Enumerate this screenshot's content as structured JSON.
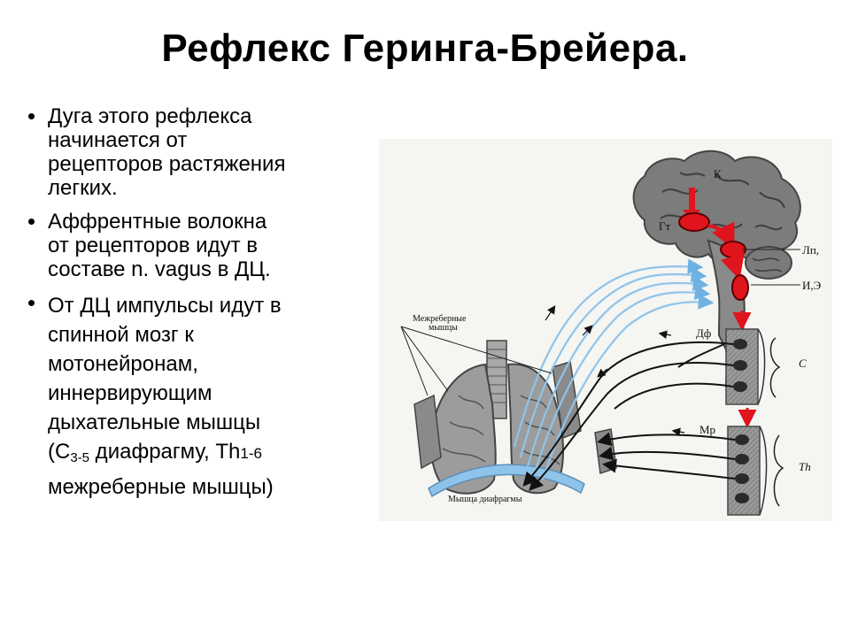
{
  "title": "Рефлекс Геринга-Брейера.",
  "bullets": [
    {
      "lines": [
        "Дуга этого рефлекса",
        "начинается от",
        "рецепторов растяжения",
        "легких."
      ]
    },
    {
      "lines": [
        "Аффрентные волокна",
        "от рецепторов идут в",
        "составе n. vagus  в ДЦ."
      ]
    },
    {
      "lines": [
        "От ДЦ импульсы идут в",
        "спинной мозг к",
        "мотонейронам,",
        "иннервирующим",
        "дыхательные мышцы"
      ],
      "formula": {
        "open": "(С",
        "c_sub": "3-5",
        "middle": " диафрагму, Th",
        "th_sup": "1-6"
      },
      "last_line": "межреберные мышцы)"
    }
  ],
  "figure": {
    "labels": {
      "k": "К",
      "gt": "Гт",
      "lp": "Лп,",
      "ie": "И,Э",
      "df": "Дф",
      "c": "С",
      "mr": "Мр",
      "th": "Th",
      "intercostal_1": "Межреберные",
      "intercostal_2": "мышцы",
      "diaphragm": "Мышца диафрагмы"
    },
    "colors": {
      "brain": "#7c7c7c",
      "nucleus": "#e0141c",
      "afferent": "#8fc4ea",
      "efferent": "#111111",
      "tissue": "#9a9a9a"
    }
  }
}
